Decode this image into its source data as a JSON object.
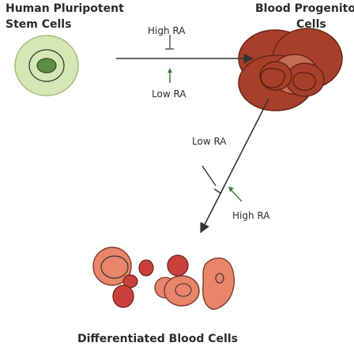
{
  "labels": {
    "source_line1": "Human Pluripotent",
    "source_line2": "Stem Cells",
    "target_line1": "Blood Progenitor",
    "target_line2": "Cells",
    "top_high": "High RA",
    "top_low": "Low RA",
    "mid_low": "Low RA",
    "mid_high": "High RA",
    "bottom_title": "Differentiated Blood Cells"
  },
  "colors": {
    "stem_cell_fill": "#d7e6b5",
    "stem_nucleus_fill": "#5f8d45",
    "progenitor_fill": "#a6402a",
    "progenitor_light": "#c46e54",
    "red_cell_fill": "#c9413a",
    "orange_cell_fill": "#e8856a",
    "arrow": "#333333",
    "green_arrow": "#3f7f3a"
  }
}
